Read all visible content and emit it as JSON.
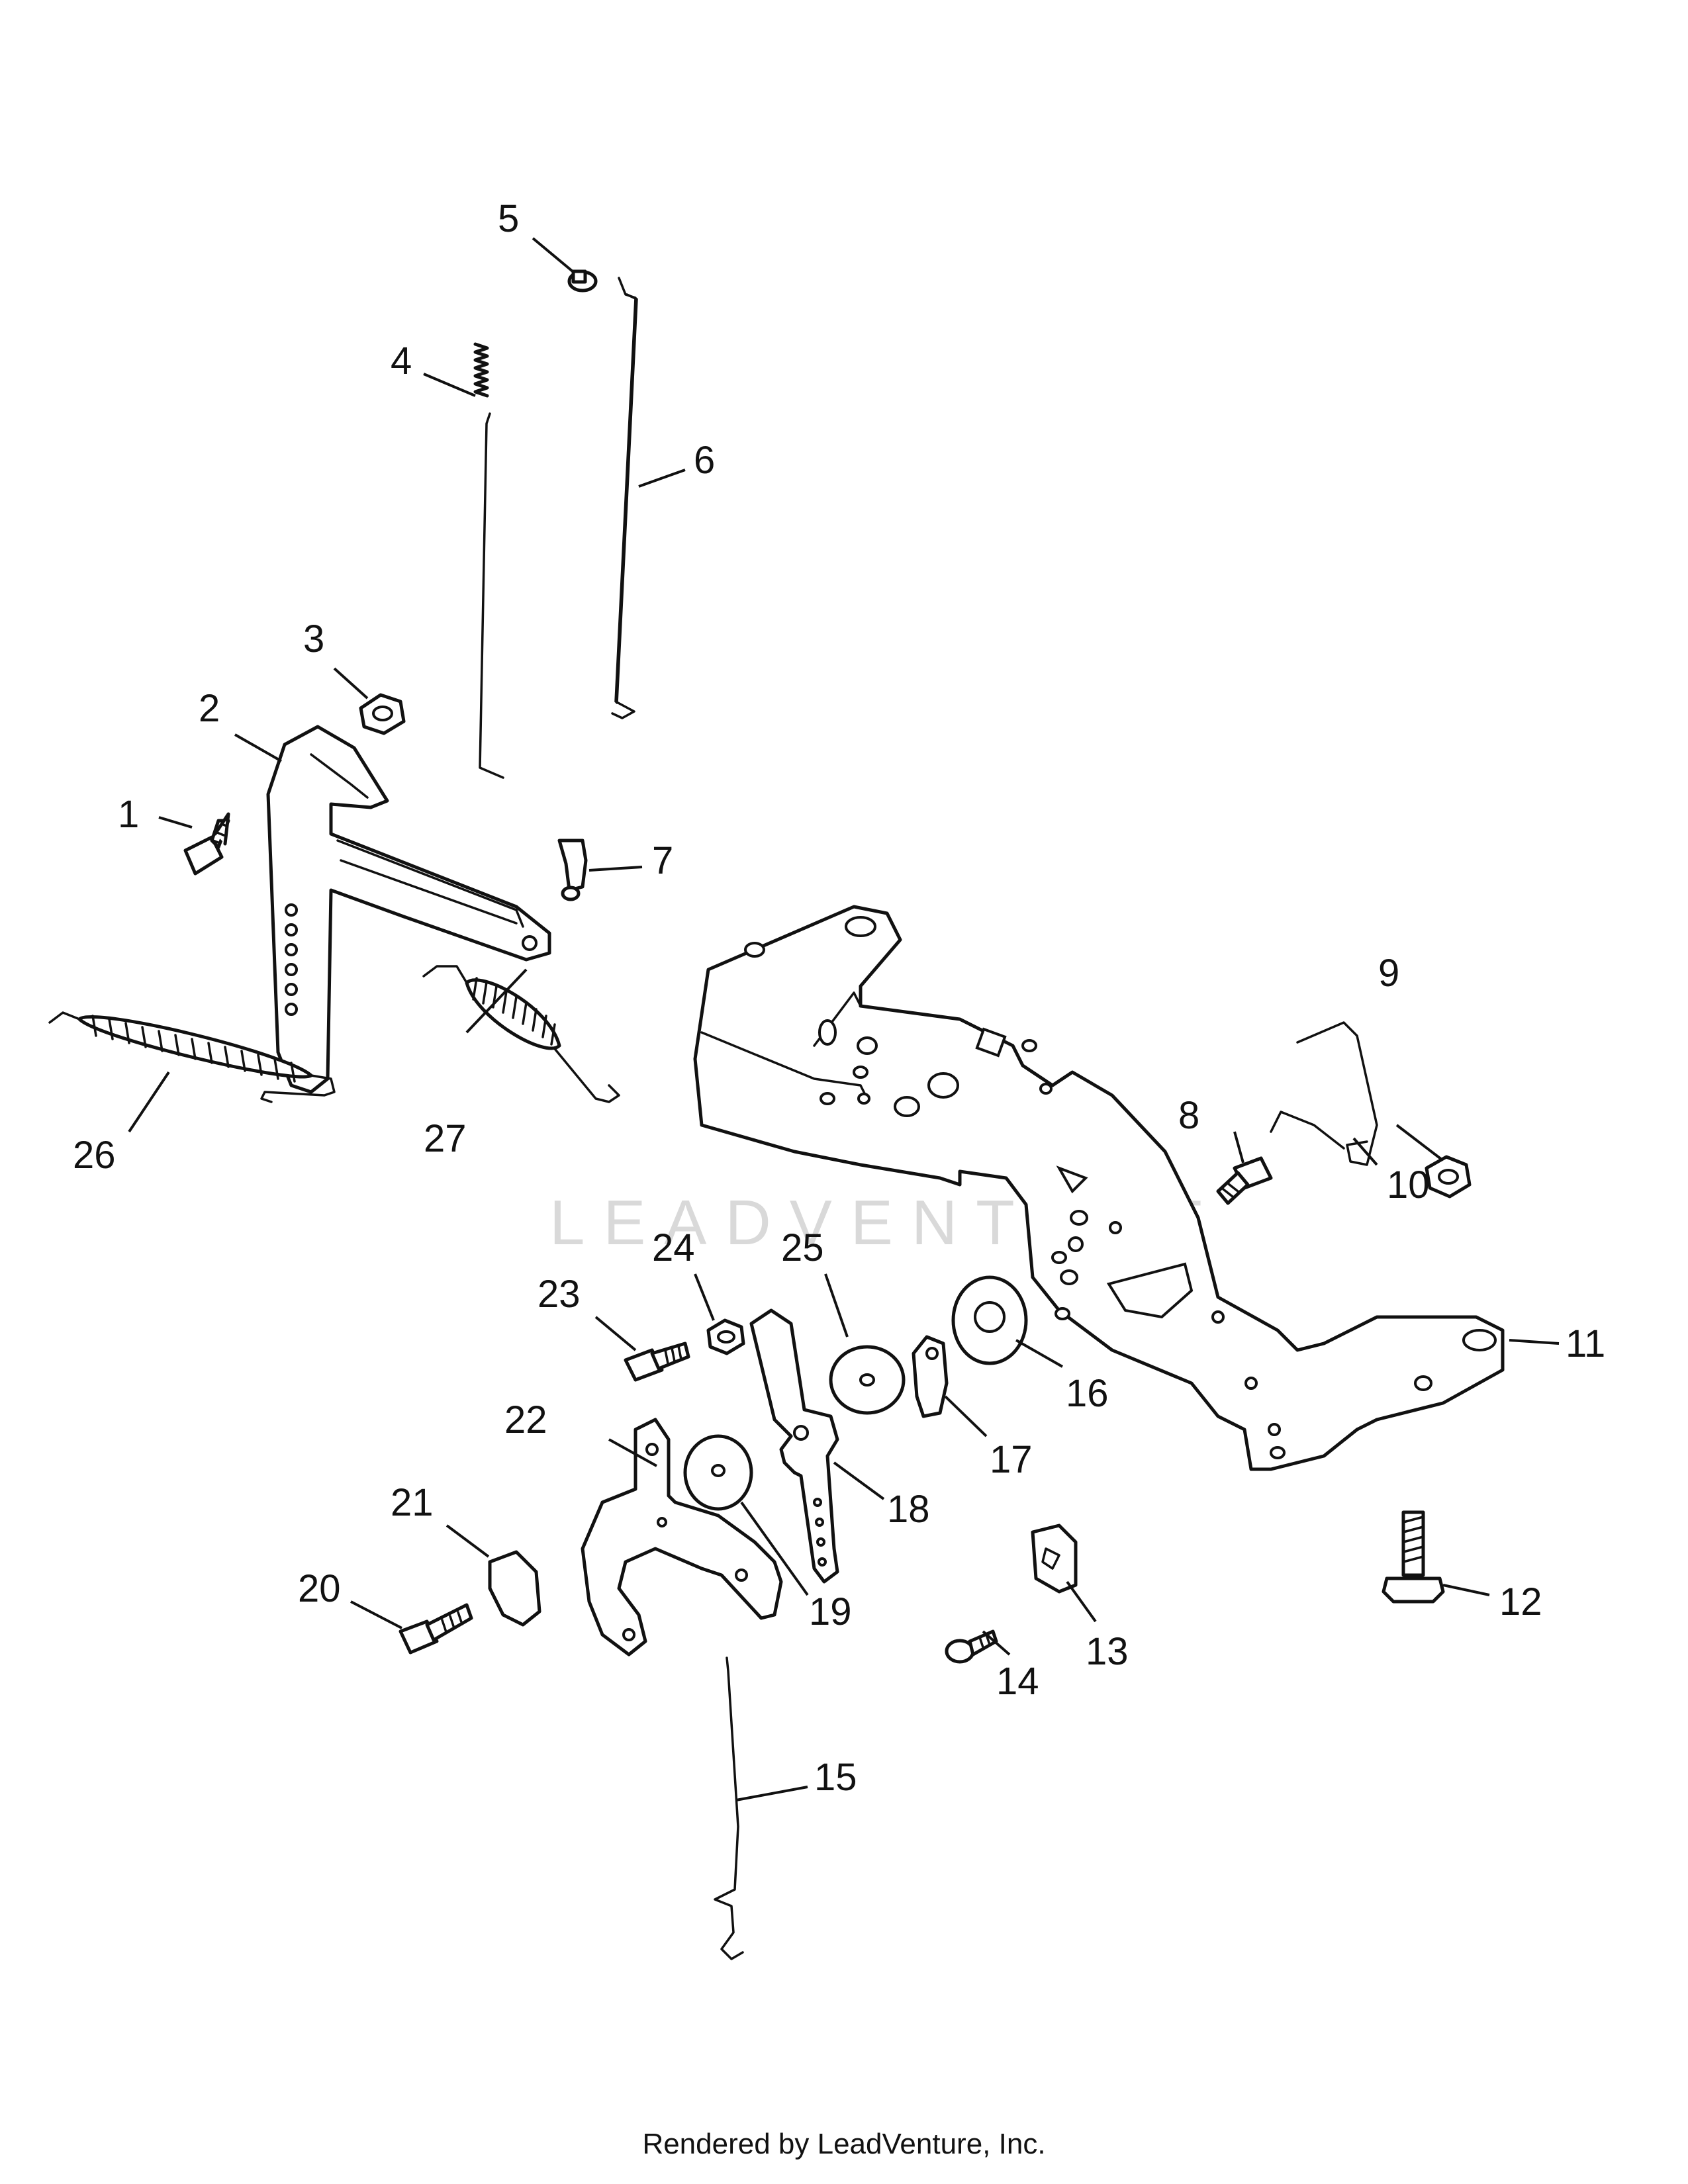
{
  "diagram": {
    "callouts": [
      {
        "label": "1"
      },
      {
        "label": "2"
      },
      {
        "label": "3"
      },
      {
        "label": "4"
      },
      {
        "label": "5"
      },
      {
        "label": "6"
      },
      {
        "label": "7"
      },
      {
        "label": "8"
      },
      {
        "label": "9"
      },
      {
        "label": "10"
      },
      {
        "label": "11"
      },
      {
        "label": "12"
      },
      {
        "label": "13"
      },
      {
        "label": "14"
      },
      {
        "label": "15"
      },
      {
        "label": "16"
      },
      {
        "label": "17"
      },
      {
        "label": "18"
      },
      {
        "label": "19"
      },
      {
        "label": "20"
      },
      {
        "label": "21"
      },
      {
        "label": "22"
      },
      {
        "label": "23"
      },
      {
        "label": "24"
      },
      {
        "label": "25"
      },
      {
        "label": "26"
      },
      {
        "label": "27"
      }
    ],
    "watermark": "LEADVENTURE"
  },
  "footer": {
    "text": "Rendered by LeadVenture, Inc."
  }
}
